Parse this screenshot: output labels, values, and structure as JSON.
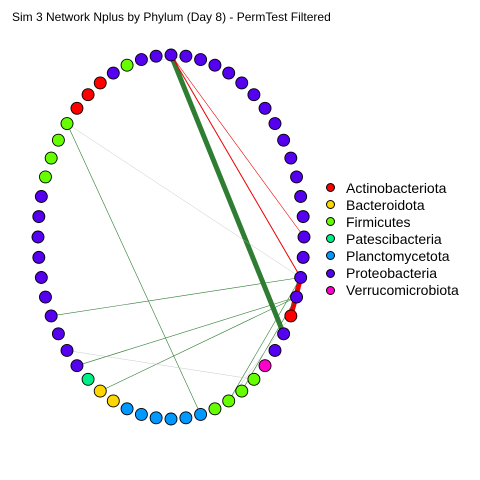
{
  "title": "Sim 3 Network Nplus by Phylum (Day 8) - PermTest Filtered",
  "legend": [
    {
      "label": "Actinobacteriota",
      "color": "#ff0000"
    },
    {
      "label": "Bacteroidota",
      "color": "#ffd700"
    },
    {
      "label": "Firmicutes",
      "color": "#66ff00"
    },
    {
      "label": "Patescibacteria",
      "color": "#00ee88"
    },
    {
      "label": "Planctomycetota",
      "color": "#0099ff"
    },
    {
      "label": "Proteobacteria",
      "color": "#5500ee"
    },
    {
      "label": "Verrucomicrobiota",
      "color": "#ff00cc"
    }
  ],
  "nodes": [
    "Proteobacteria",
    "Proteobacteria",
    "Proteobacteria",
    "Proteobacteria",
    "Proteobacteria",
    "Proteobacteria",
    "Proteobacteria",
    "Proteobacteria",
    "Proteobacteria",
    "Proteobacteria",
    "Proteobacteria",
    "Proteobacteria",
    "Proteobacteria",
    "Proteobacteria",
    "Proteobacteria",
    "Proteobacteria",
    "Proteobacteria",
    "Proteobacteria",
    "Actinobacteriota",
    "Proteobacteria",
    "Proteobacteria",
    "Verrucomicrobiota",
    "Firmicutes",
    "Firmicutes",
    "Firmicutes",
    "Firmicutes",
    "Planctomycetota",
    "Planctomycetota",
    "Planctomycetota",
    "Planctomycetota",
    "Planctomycetota",
    "Planctomycetota",
    "Bacteroidota",
    "Bacteroidota",
    "Patescibacteria",
    "Proteobacteria",
    "Proteobacteria",
    "Proteobacteria",
    "Proteobacteria",
    "Proteobacteria",
    "Proteobacteria",
    "Proteobacteria",
    "Proteobacteria",
    "Proteobacteria",
    "Proteobacteria",
    "Firmicutes",
    "Firmicutes",
    "Firmicutes",
    "Firmicutes",
    "Actinobacteriota",
    "Actinobacteriota",
    "Actinobacteriota",
    "Proteobacteria",
    "Firmicutes",
    "Proteobacteria",
    "Proteobacteria"
  ],
  "edges": [
    {
      "source": 0,
      "target": 19,
      "weight": 5,
      "color": "#2e7d32"
    },
    {
      "source": 18,
      "target": 16,
      "weight": 5,
      "color": "#ee0000"
    },
    {
      "source": 18,
      "target": 17,
      "weight": 4,
      "color": "#ee0000"
    },
    {
      "source": 0,
      "target": 16,
      "weight": 1,
      "color": "#ee0000"
    },
    {
      "source": 0,
      "target": 14,
      "weight": 0.6,
      "color": "#ee0000"
    },
    {
      "source": 48,
      "target": 16,
      "weight": 0.4,
      "color": "#bbbbbb"
    },
    {
      "source": 48,
      "target": 26,
      "weight": 0.6,
      "color": "#2e7d32"
    },
    {
      "source": 38,
      "target": 16,
      "weight": 0.6,
      "color": "#2e7d32"
    },
    {
      "source": 35,
      "target": 17,
      "weight": 0.6,
      "color": "#2e7d32"
    },
    {
      "source": 33,
      "target": 17,
      "weight": 0.6,
      "color": "#2e7d32"
    },
    {
      "source": 24,
      "target": 16,
      "weight": 0.6,
      "color": "#2e7d32"
    },
    {
      "source": 23,
      "target": 17,
      "weight": 0.6,
      "color": "#2e7d32"
    },
    {
      "source": 24,
      "target": 18,
      "weight": 0.4,
      "color": "#bbbbbb"
    },
    {
      "source": 36,
      "target": 22,
      "weight": 0.4,
      "color": "#bbbbbb"
    },
    {
      "source": 53,
      "target": 1,
      "weight": 0.4,
      "color": "#bbbbbb"
    }
  ]
}
